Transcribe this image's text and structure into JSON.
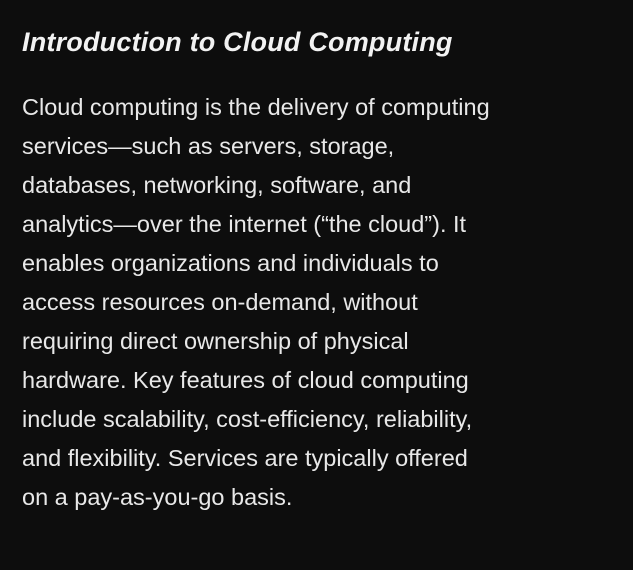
{
  "article": {
    "title": "Introduction to Cloud Computing",
    "lines": [
      "Cloud computing is the delivery of computing",
      "services—such as servers, storage,",
      "databases, networking, software, and",
      "analytics—over the internet (“the cloud”). It",
      "enables organizations and individuals to",
      "access resources on-demand, without",
      "requiring direct ownership of physical",
      "hardware. Key features of cloud computing",
      "include scalability, cost-efficiency, reliability,",
      "and flexibility. Services are typically offered",
      "on a pay-as-you-go basis."
    ]
  },
  "colors": {
    "background": "#0d0d0d",
    "text": "#f2f2f2"
  }
}
